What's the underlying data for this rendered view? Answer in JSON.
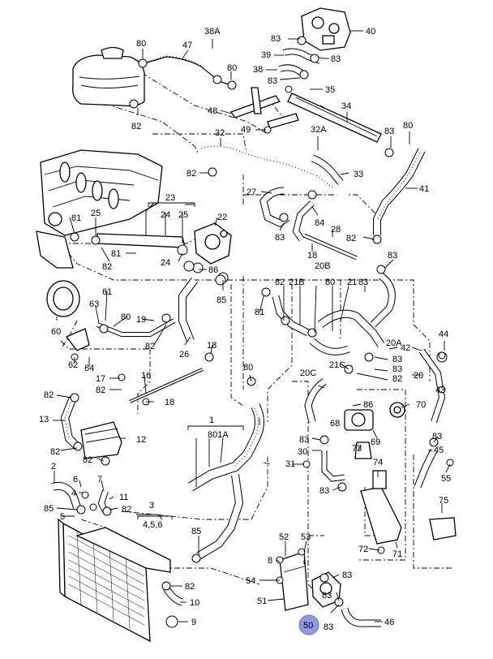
{
  "callouts": [
    {
      "id": "c1",
      "text": "80"
    },
    {
      "id": "c2",
      "text": "47"
    },
    {
      "id": "c3",
      "text": "38A"
    },
    {
      "id": "c4",
      "text": "80"
    },
    {
      "id": "c5",
      "text": "83"
    },
    {
      "id": "c6",
      "text": "40"
    },
    {
      "id": "c7",
      "text": "39"
    },
    {
      "id": "c8",
      "text": "83"
    },
    {
      "id": "c9",
      "text": "38"
    },
    {
      "id": "c10",
      "text": "83"
    },
    {
      "id": "c11",
      "text": "35"
    },
    {
      "id": "c12",
      "text": "34"
    },
    {
      "id": "c13",
      "text": "48"
    },
    {
      "id": "c14",
      "text": "82"
    },
    {
      "id": "c15",
      "text": "49"
    },
    {
      "id": "c16",
      "text": "83"
    },
    {
      "id": "c17",
      "text": "80"
    },
    {
      "id": "c18",
      "text": "32"
    },
    {
      "id": "c19",
      "text": "32A"
    },
    {
      "id": "c20",
      "text": "82"
    },
    {
      "id": "c21",
      "text": "33"
    },
    {
      "id": "c22",
      "text": "41"
    },
    {
      "id": "c23",
      "text": "27"
    },
    {
      "id": "c24",
      "text": "23"
    },
    {
      "id": "c25",
      "text": "84"
    },
    {
      "id": "c26",
      "text": "81"
    },
    {
      "id": "c27",
      "text": "25"
    },
    {
      "id": "c28",
      "text": "24"
    },
    {
      "id": "c29",
      "text": "25"
    },
    {
      "id": "c30",
      "text": "22"
    },
    {
      "id": "c31",
      "text": "28"
    },
    {
      "id": "c32",
      "text": "83"
    },
    {
      "id": "c33",
      "text": "82"
    },
    {
      "id": "c34",
      "text": "81"
    },
    {
      "id": "c35",
      "text": "24"
    },
    {
      "id": "c36",
      "text": "86"
    },
    {
      "id": "c37",
      "text": "18"
    },
    {
      "id": "c38",
      "text": "20B"
    },
    {
      "id": "c39",
      "text": "83"
    },
    {
      "id": "c40",
      "text": "82"
    },
    {
      "id": "c41",
      "text": "21B"
    },
    {
      "id": "c42",
      "text": "82"
    },
    {
      "id": "c43",
      "text": "80"
    },
    {
      "id": "c44",
      "text": "21"
    },
    {
      "id": "c45",
      "text": "83"
    },
    {
      "id": "c46",
      "text": "61"
    },
    {
      "id": "c47",
      "text": "63"
    },
    {
      "id": "c48",
      "text": "80"
    },
    {
      "id": "c49",
      "text": "19"
    },
    {
      "id": "c50",
      "text": "85"
    },
    {
      "id": "c51",
      "text": "81"
    },
    {
      "id": "c52",
      "text": "60"
    },
    {
      "id": "c53",
      "text": "82"
    },
    {
      "id": "c54",
      "text": "26"
    },
    {
      "id": "c55",
      "text": "18"
    },
    {
      "id": "c56",
      "text": "20A"
    },
    {
      "id": "c57",
      "text": "44"
    },
    {
      "id": "c58",
      "text": "42"
    },
    {
      "id": "c59",
      "text": "83"
    },
    {
      "id": "c60",
      "text": "21C"
    },
    {
      "id": "c61",
      "text": "62"
    },
    {
      "id": "c62",
      "text": "64"
    },
    {
      "id": "c63",
      "text": "80"
    },
    {
      "id": "c64",
      "text": "83"
    },
    {
      "id": "c65",
      "text": "20"
    },
    {
      "id": "c66",
      "text": "17"
    },
    {
      "id": "c67",
      "text": "16"
    },
    {
      "id": "c68",
      "text": "82"
    },
    {
      "id": "c69",
      "text": "20C"
    },
    {
      "id": "c70",
      "text": "43"
    },
    {
      "id": "c71",
      "text": "82"
    },
    {
      "id": "c72",
      "text": "18"
    },
    {
      "id": "c73",
      "text": "86"
    },
    {
      "id": "c74",
      "text": "70"
    },
    {
      "id": "c75",
      "text": "13"
    },
    {
      "id": "c76",
      "text": "1"
    },
    {
      "id": "c77",
      "text": "68"
    },
    {
      "id": "c78",
      "text": "12"
    },
    {
      "id": "c79",
      "text": "801A"
    },
    {
      "id": "c80",
      "text": "83"
    },
    {
      "id": "c81",
      "text": "69"
    },
    {
      "id": "c82",
      "text": "83"
    },
    {
      "id": "c83",
      "text": "82"
    },
    {
      "id": "c84",
      "text": "30"
    },
    {
      "id": "c85",
      "text": "73"
    },
    {
      "id": "c86",
      "text": "45"
    },
    {
      "id": "c87",
      "text": "82"
    },
    {
      "id": "c88",
      "text": "31"
    },
    {
      "id": "c89",
      "text": "2"
    },
    {
      "id": "c90",
      "text": "74"
    },
    {
      "id": "c91",
      "text": "6"
    },
    {
      "id": "c92",
      "text": "7"
    },
    {
      "id": "c93",
      "text": "55"
    },
    {
      "id": "c94",
      "text": "4"
    },
    {
      "id": "c95",
      "text": "11"
    },
    {
      "id": "c96",
      "text": "83"
    },
    {
      "id": "c97",
      "text": "85"
    },
    {
      "id": "c98",
      "text": "82"
    },
    {
      "id": "c99",
      "text": "3"
    },
    {
      "id": "c100",
      "text": "75"
    },
    {
      "id": "c101",
      "text": "5"
    },
    {
      "id": "c102",
      "text": "4,5,6"
    },
    {
      "id": "c103",
      "text": "52"
    },
    {
      "id": "c104",
      "text": "53"
    },
    {
      "id": "c105",
      "text": "85"
    },
    {
      "id": "c106",
      "text": "72"
    },
    {
      "id": "c107",
      "text": "71"
    },
    {
      "id": "c108",
      "text": "8"
    },
    {
      "id": "c109",
      "text": "83"
    },
    {
      "id": "c110",
      "text": "82"
    },
    {
      "id": "c111",
      "text": "54"
    },
    {
      "id": "c112",
      "text": "10"
    },
    {
      "id": "c113",
      "text": "51"
    },
    {
      "id": "c114",
      "text": "83"
    },
    {
      "id": "c115",
      "text": "9"
    },
    {
      "id": "c116",
      "text": "83"
    },
    {
      "id": "c117",
      "text": "46"
    },
    {
      "id": "c118",
      "text": "50"
    },
    {
      "id": "c119",
      "text": "82"
    }
  ],
  "highlight": {
    "callout": "50",
    "color": "#8e9be0"
  }
}
